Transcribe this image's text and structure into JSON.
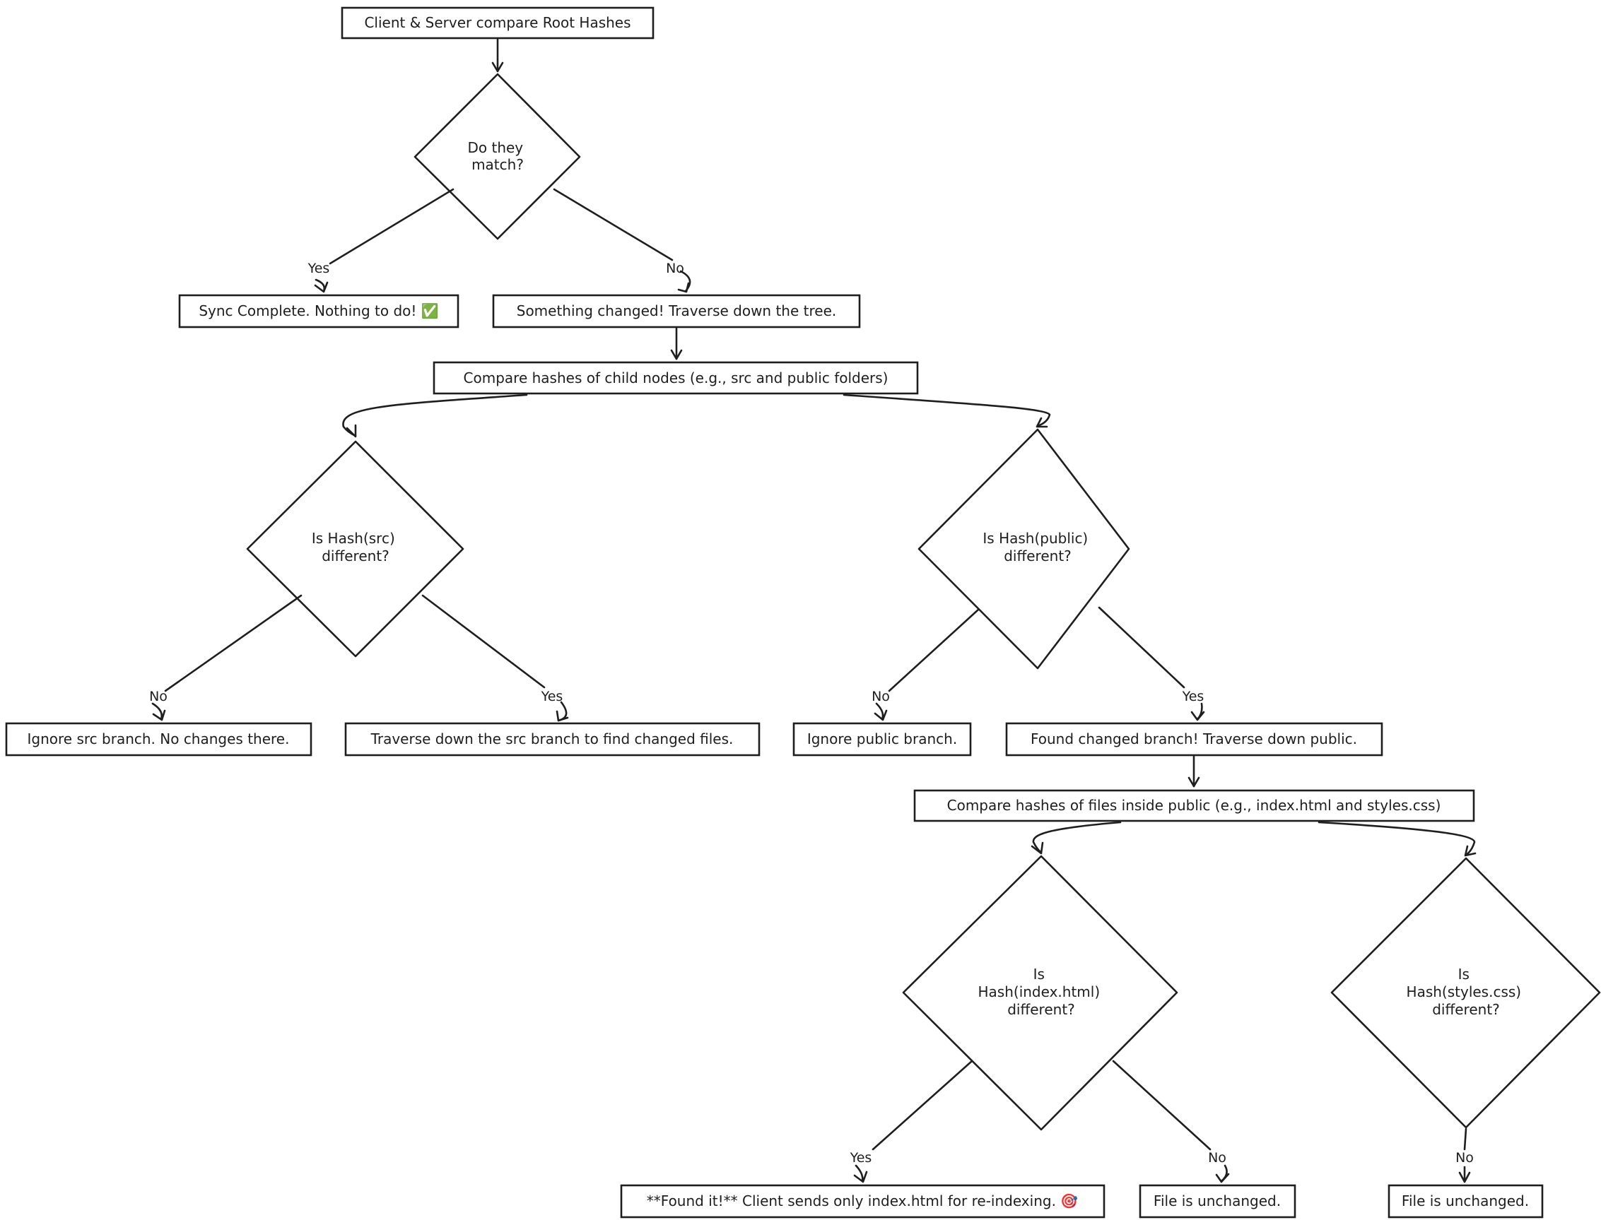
{
  "diagram": {
    "nodes": {
      "root_compare": {
        "text": "Client & Server compare Root Hashes"
      },
      "root_match": {
        "lines": [
          "Do they",
          "match?"
        ]
      },
      "sync_complete": {
        "text": "Sync Complete. Nothing to do! ✅"
      },
      "something_changed": {
        "text": "Something changed! Traverse down the tree."
      },
      "compare_children": {
        "text": "Compare hashes of child nodes (e.g., src and public folders)"
      },
      "src_diff": {
        "lines": [
          "Is Hash(src)",
          "different?"
        ]
      },
      "ignore_src": {
        "text": "Ignore src branch. No changes there."
      },
      "traverse_src": {
        "text": "Traverse down the src branch to find changed files."
      },
      "public_diff": {
        "lines": [
          "Is Hash(public)",
          "different?"
        ]
      },
      "ignore_public": {
        "text": "Ignore public branch."
      },
      "found_public": {
        "text": "Found changed branch! Traverse down public."
      },
      "compare_files": {
        "text": "Compare hashes of files inside public (e.g., index.html and styles.css)"
      },
      "index_diff": {
        "lines": [
          "Is",
          "Hash(index.html)",
          "different?"
        ]
      },
      "styles_diff": {
        "lines": [
          "Is",
          "Hash(styles.css)",
          "different?"
        ]
      },
      "found_it": {
        "text": "**Found it!** Client sends only index.html for re-indexing. 🎯"
      },
      "index_unchanged": {
        "text": "File is unchanged."
      },
      "styles_unchanged": {
        "text": "File is unchanged."
      }
    },
    "edge_labels": {
      "match_yes": "Yes",
      "match_no": "No",
      "src_no": "No",
      "src_yes": "Yes",
      "public_no": "No",
      "public_yes": "Yes",
      "index_yes": "Yes",
      "index_no": "No",
      "styles_no": "No"
    }
  }
}
